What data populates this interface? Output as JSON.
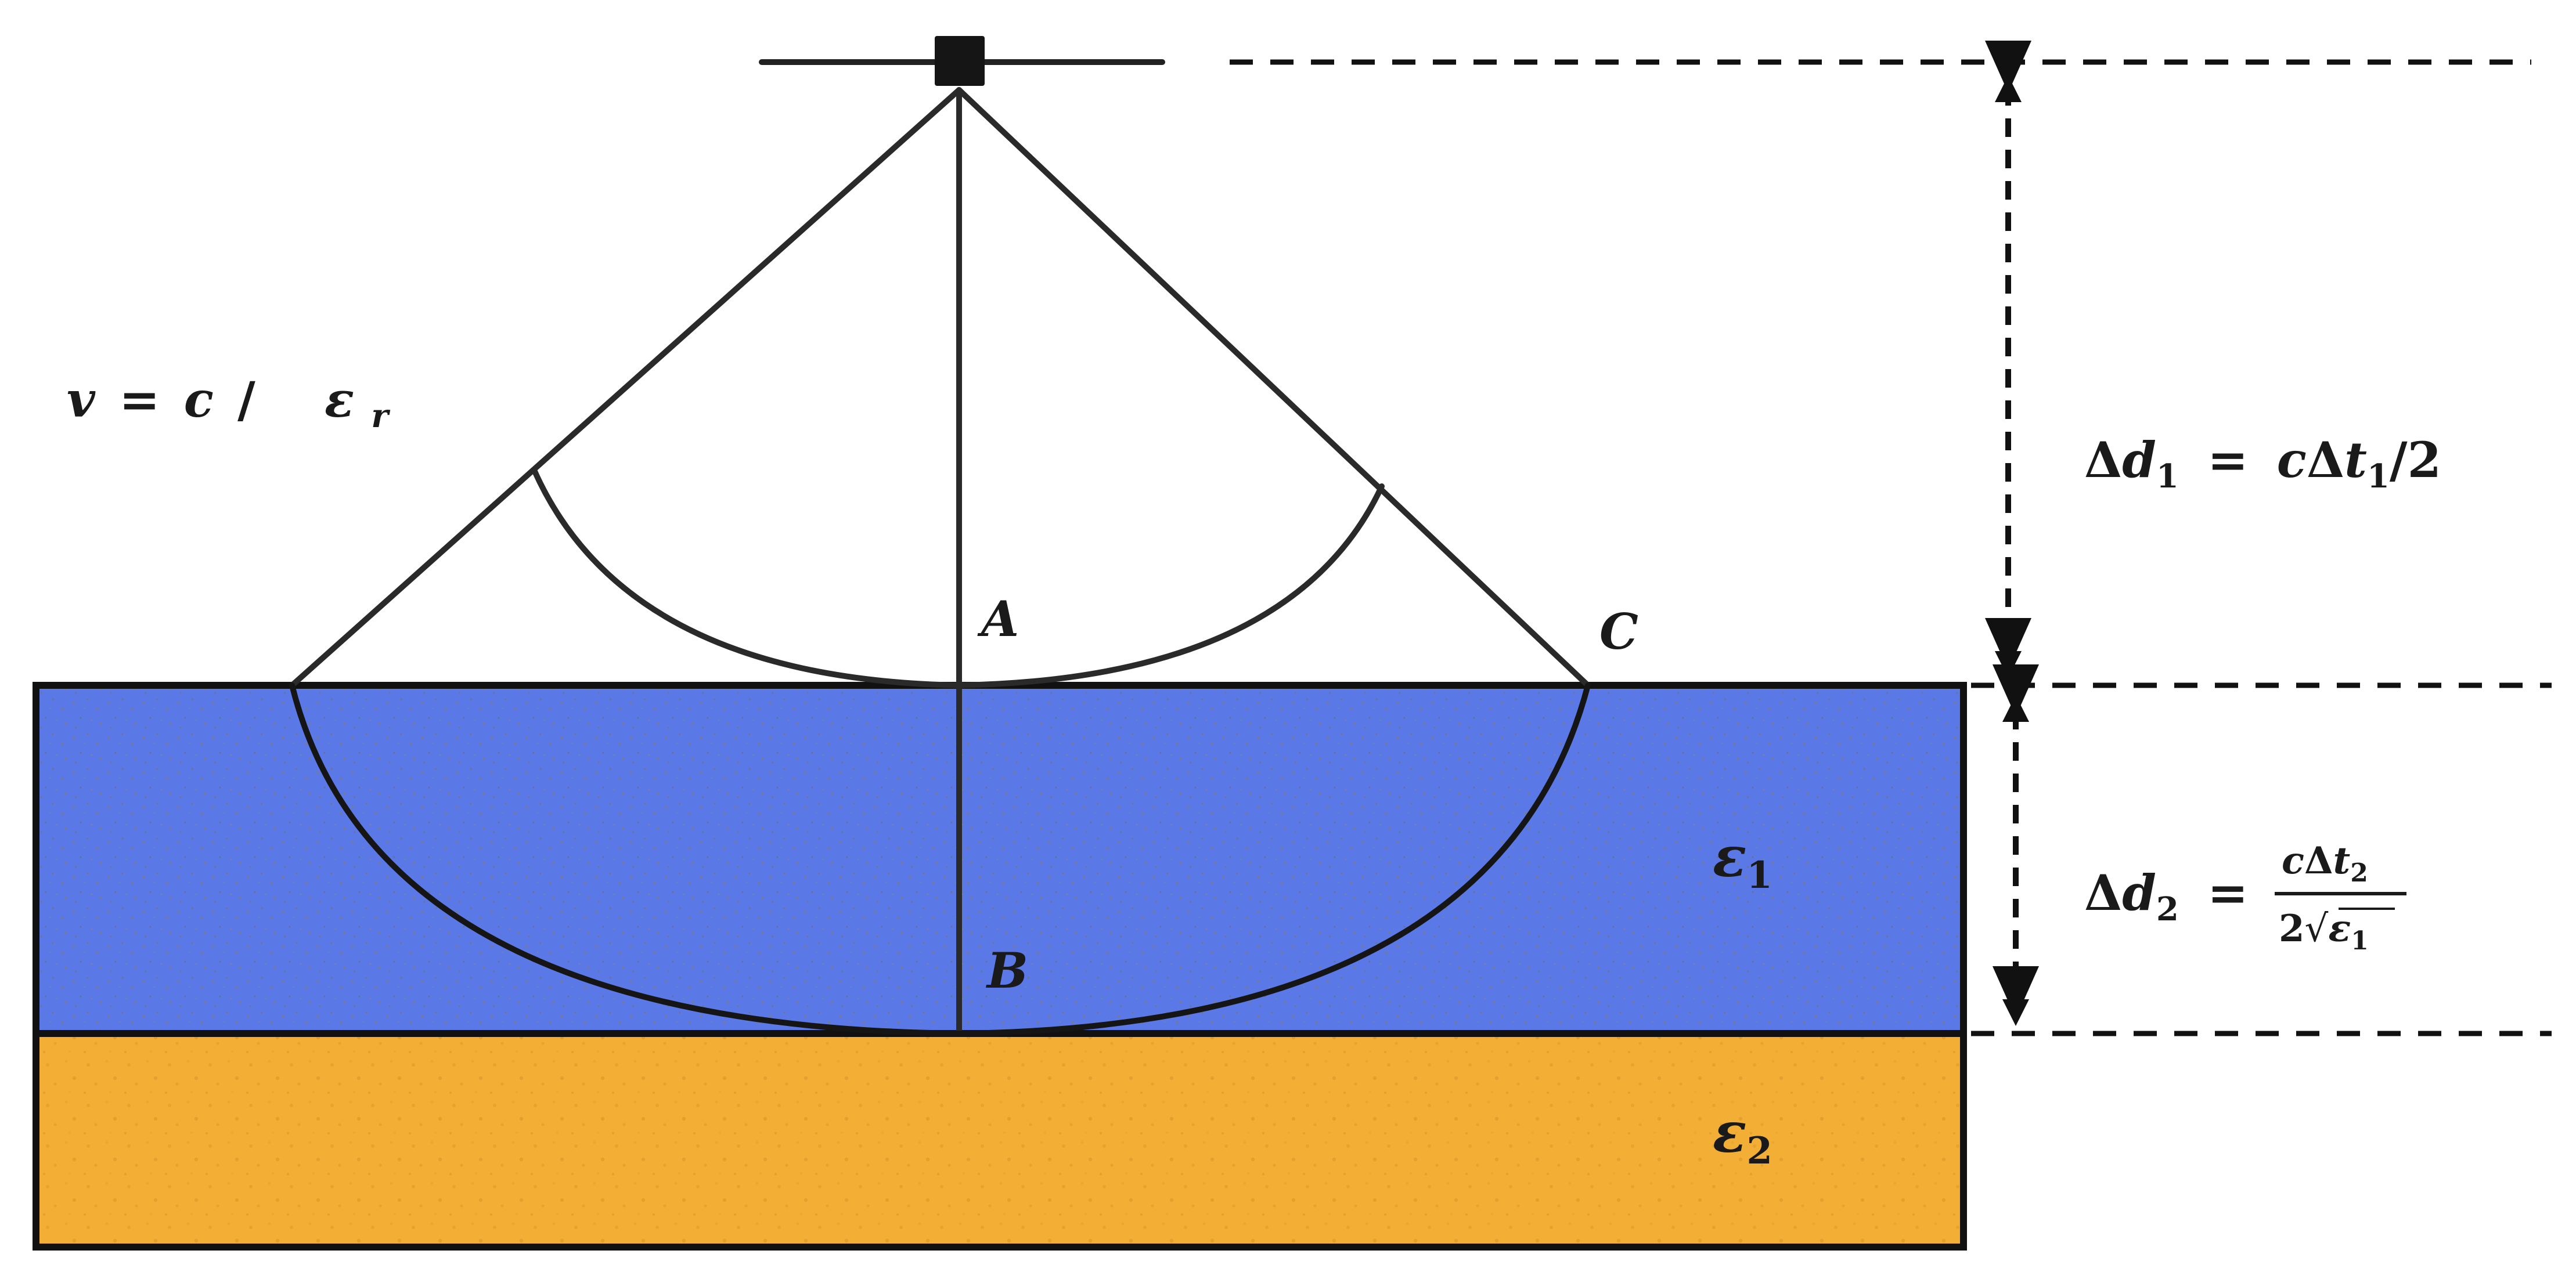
{
  "colors": {
    "layer1_fill": "#5a79e6",
    "layer2_fill": "#f2ae35",
    "line": "#2a2a2a",
    "dash": "#111111",
    "background": "#ffffff"
  },
  "formulas": {
    "velocity": {
      "v": "v",
      "eq": "=",
      "c": "c",
      "slash": "/",
      "eps": "ε",
      "r": "r"
    },
    "delta_d1": {
      "delta": "Δ",
      "d": "d",
      "sub": "1",
      "eq": "=",
      "c": "c",
      "delta2": "Δ",
      "t": "t",
      "tsub": "1",
      "rest": "/2"
    },
    "delta_d2": {
      "delta": "Δ",
      "d": "d",
      "sub": "2",
      "eq": "=",
      "numerator": {
        "c": "c",
        "delta": "Δ",
        "t": "t",
        "tsub": "2"
      },
      "denominator": {
        "two": "2",
        "radical": "√",
        "eps": "ε",
        "epssub": "1"
      }
    }
  },
  "points": {
    "a": "A",
    "b": "B",
    "c": "C"
  },
  "layers": {
    "layer1": {
      "symbol": "ε",
      "sub": "1"
    },
    "layer2": {
      "symbol": "ε",
      "sub": "2"
    }
  },
  "icons": {
    "antenna": "antenna-icon"
  }
}
